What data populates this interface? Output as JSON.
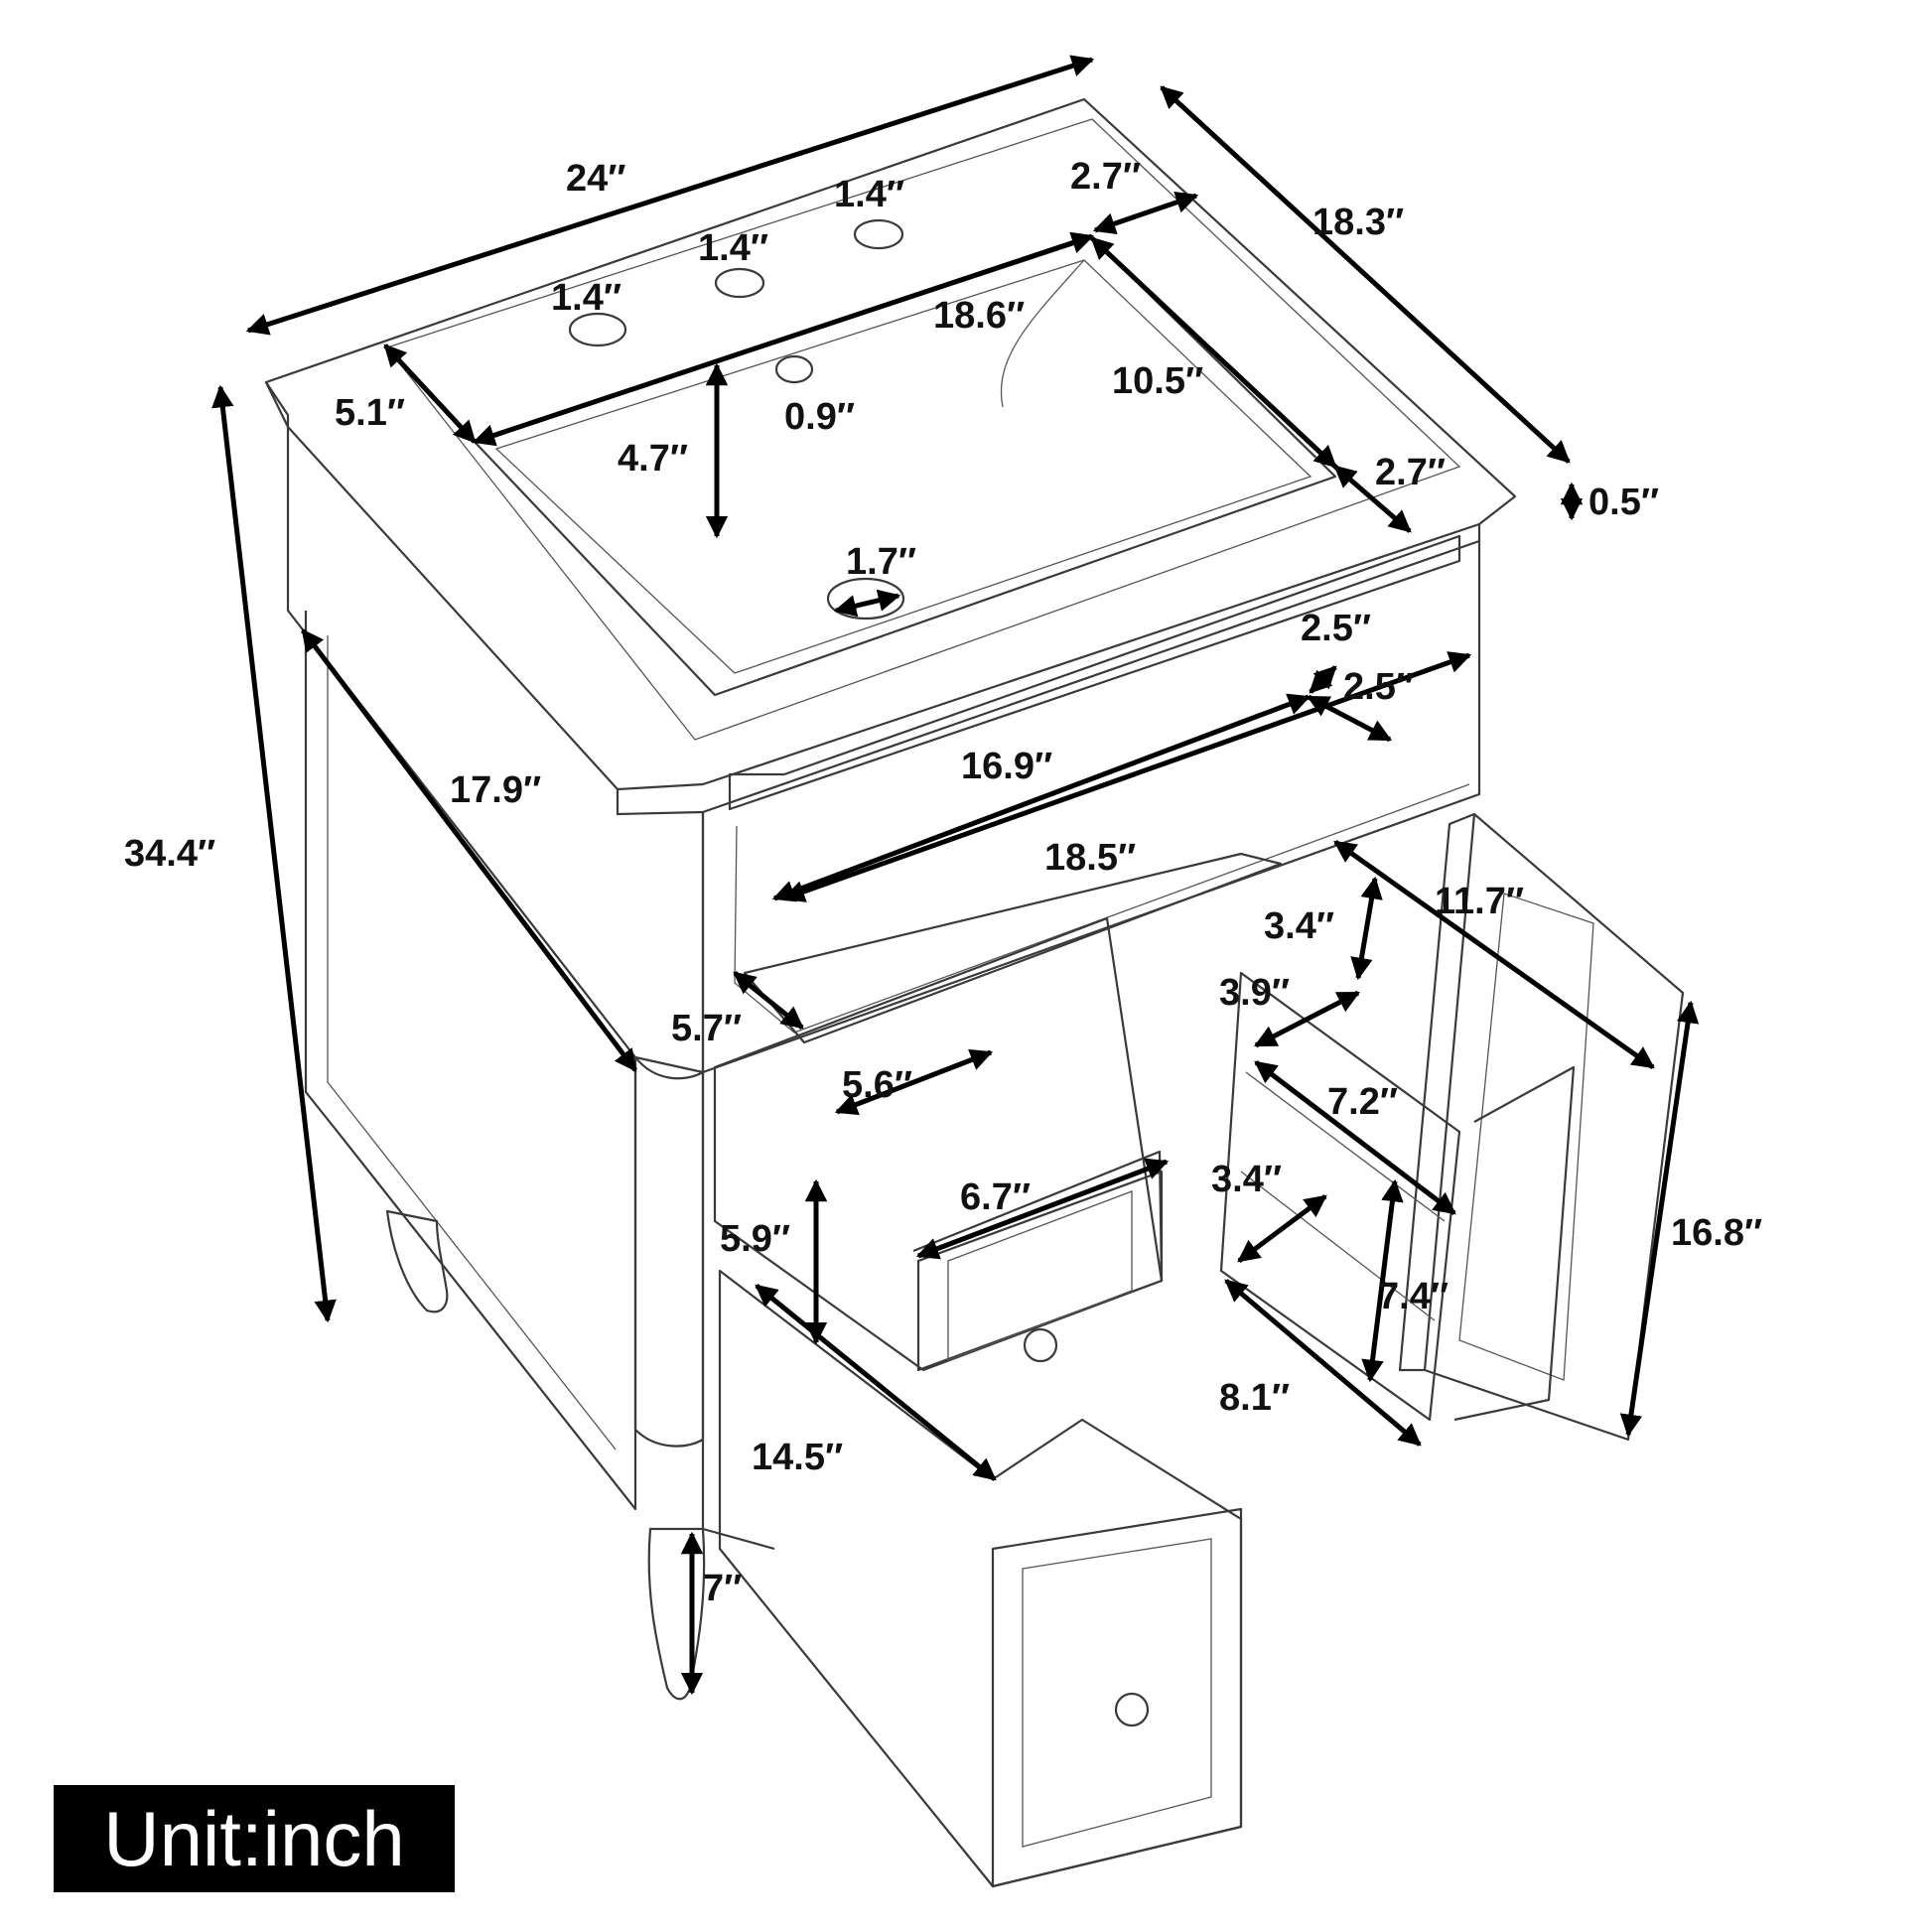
{
  "dimensions": {
    "overall_width": "24″",
    "overall_depth": "18.3″",
    "overall_height": "34.4″",
    "top_thickness": "0.5″",
    "faucet_hole_left": "1.4″",
    "faucet_hole_center": "1.4″",
    "faucet_hole_right": "1.4″",
    "overflow_hole": "0.9″",
    "drain_hole": "1.7″",
    "basin_width": "18.6″",
    "basin_depth": "10.5″",
    "basin_inner_depth": "4.7″",
    "rim_left": "5.1″",
    "rim_right_top": "2.7″",
    "rim_right_bottom": "2.7″",
    "cabinet_side_depth": "17.9″",
    "top_shelf_width": "16.9″",
    "shelf_width": "18.5″",
    "notch_a": "2.5″",
    "notch_b": "2.5″",
    "shelf_height": "5.7″",
    "door_width": "11.7″",
    "door_height": "16.8″",
    "cutout_top": "3.4″",
    "cutout_side": "3.9″",
    "inner_depth": "7.2″",
    "cutout_bottom": "3.4″",
    "inner_height": "7.4″",
    "inner_width": "8.1″",
    "drawer_box_width": "5.6″",
    "drawer_front_width": "6.7″",
    "drawer_height": "5.9″",
    "drawer_depth": "14.5″",
    "leg_height": "7″"
  },
  "unit_label": "Unit:inch",
  "colors": {
    "line": "#3a3a3a",
    "arrow": "#000000",
    "label_bg": "#000000",
    "label_text": "#ffffff"
  }
}
